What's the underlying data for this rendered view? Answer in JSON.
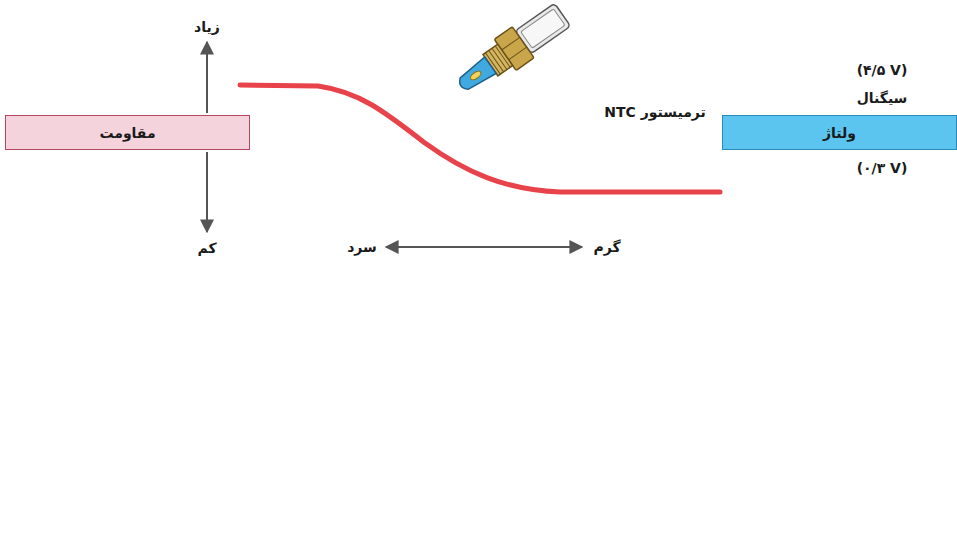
{
  "diagram": {
    "nodes": [
      {
        "text": [
          "مقاومت"
        ]
      },
      {
        "text": [
          "ولتاژ"
        ]
      }
    ],
    "labels": [
      "ترمیستور NTC",
      "زیاد",
      "کم",
      "سرد",
      "گرم",
      "(۴/۵ V)",
      "سیگنال",
      "(۰/۳ V)"
    ]
  }
}
